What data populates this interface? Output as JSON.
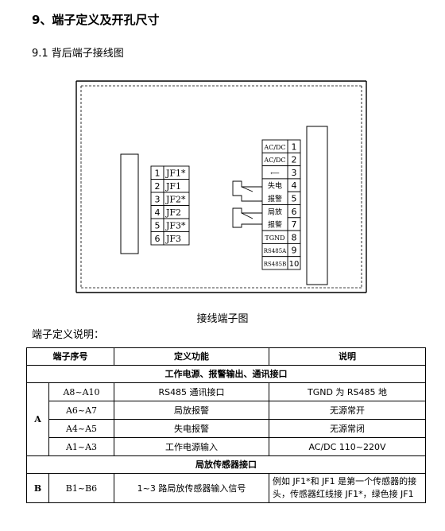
{
  "heading": "9、端子定义及开孔尺寸",
  "subheading": "9.1 背后端子接线图",
  "diagram": {
    "caption": "接线端子图",
    "left_terminals": [
      {
        "num": "1",
        "label": "JF1*"
      },
      {
        "num": "2",
        "label": "JF1"
      },
      {
        "num": "3",
        "label": "JF2*"
      },
      {
        "num": "4",
        "label": "JF2"
      },
      {
        "num": "5",
        "label": "JF3*"
      },
      {
        "num": "6",
        "label": "JF3"
      }
    ],
    "right_terminals": [
      {
        "num": "1",
        "label": "AC/DC"
      },
      {
        "num": "2",
        "label": "AC/DC"
      },
      {
        "num": "3",
        "label": "⟵"
      },
      {
        "num": "4",
        "label": "失电"
      },
      {
        "num": "5",
        "label": "报警"
      },
      {
        "num": "6",
        "label": "局放"
      },
      {
        "num": "7",
        "label": "报警"
      },
      {
        "num": "8",
        "label": "TGND"
      },
      {
        "num": "9",
        "label": "RS485A"
      },
      {
        "num": "10",
        "label": "RS485B"
      }
    ]
  },
  "desc_label": "端子定义说明：",
  "table": {
    "headers": [
      "端子序号",
      "定义功能",
      "说明"
    ],
    "section1": "工作电源、报警输出、通讯接口",
    "groupA": "A",
    "rowsA": [
      {
        "code": "A8~A10",
        "func": "RS485 通讯接口",
        "note": "TGND 为 RS485 地"
      },
      {
        "code": "A6~A7",
        "func": "局放报警",
        "note": "无源常开"
      },
      {
        "code": "A4~A5",
        "func": "失电报警",
        "note": "无源常闭"
      },
      {
        "code": "A1~A3",
        "func": "工作电源输入",
        "note": "AC/DC  110~220V"
      }
    ],
    "section2": "局放传感器接口",
    "groupB": "B",
    "rowB": {
      "code": "B1~B6",
      "func": "1~3 路局放传感器输入信号",
      "note": "例如 JF1*和 JF1 是第一个传感器的接头，传感器红线接 JF1*，绿色接 JF1"
    }
  }
}
